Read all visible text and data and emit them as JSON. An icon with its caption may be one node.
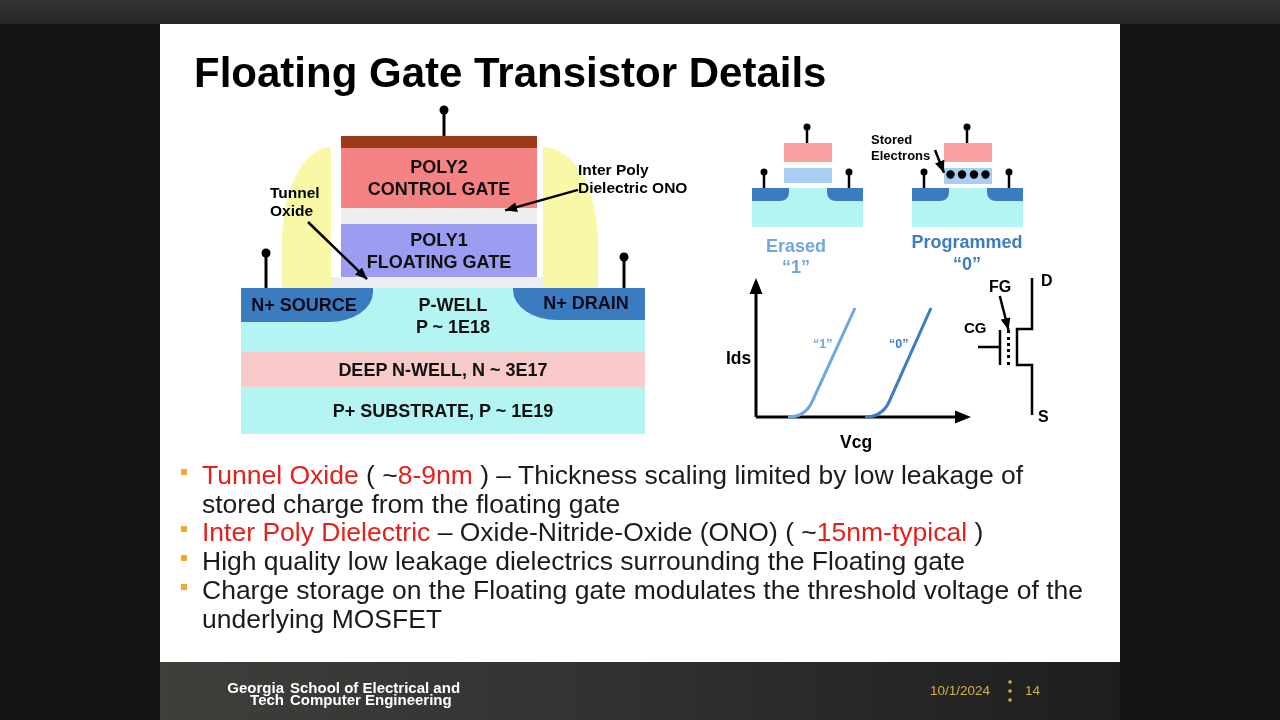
{
  "diagram": {
    "title": "Floating Gate Transistor Details",
    "nodes": [
      {
        "text": [
          "POLY2",
          "CONTROL GATE"
        ]
      },
      {
        "text": [
          "Inter Poly Dielectric ONO"
        ]
      },
      {
        "text": [],
        "shape": "box"
      },
      {
        "text": [],
        "shape": "box"
      },
      {
        "text": [],
        "shape": "bar"
      },
      {
        "text": [
          "Tunnel Oxide"
        ]
      },
      {
        "text": [
          "POLY1",
          "FLOATING GATE"
        ]
      },
      {
        "text": [],
        "shape": "bar"
      },
      {
        "text": [
          "P-WELL",
          "P ~ 1E18"
        ]
      },
      {
        "text": [
          "N+ SOURCE"
        ],
        "in": 8
      },
      {
        "text": [
          "N+ DRAIN"
        ],
        "in": 8
      },
      {
        "text": [
          "DEEP N-WELL, N ~ 3E17"
        ]
      },
      {
        "text": [
          "P+ SUBSTRATE, P ~ 1E19"
        ]
      },
      {
        "text": [
          "Stored Electrons"
        ]
      },
      {
        "text": [],
        "shape": "box"
      },
      {
        "text": [
          "FG"
        ]
      },
      {
        "text": [],
        "shape": "bar"
      }
    ],
    "edges": [
      {
        "from": 5,
        "to": 7,
        "arrow": "to"
      },
      {
        "from": 1,
        "to": 4,
        "arrow": "to"
      },
      {
        "from": 13,
        "to": 14,
        "arrow": "to"
      },
      {
        "from": 15,
        "to": 16,
        "arrow": "to"
      }
    ],
    "labels": [
      "Erased “1”",
      "Programmed “0”",
      "Ids",
      "“1”",
      "“0”",
      "Vcg",
      "CG",
      "D",
      "S",
      "Tunnel Oxide ( ~8-9nm ) – Thickness scaling limited by low leakage of stored charge from the floating gate",
      "Inter Poly Dielectric – Oxide-Nitride-Oxide (ONO) ( ~15nm-typical )",
      "High quality low leakage dielectrics surrounding the Floating gate",
      "Charge storage on the Floating gate modulates the threshold voltage of the underlying MOSFET",
      "Georgia Tech",
      "School of Electrical and Computer Engineering",
      "10/1/2024",
      "14"
    ]
  }
}
